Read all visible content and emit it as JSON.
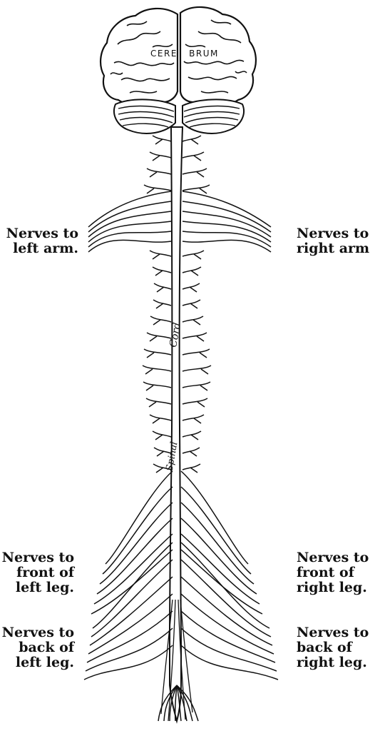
{
  "brain": {
    "label_left": "CERE",
    "label_right": "BRUM"
  },
  "cord": {
    "upper_word": "Cord",
    "lower_word": "Spinal"
  },
  "labels": {
    "left_arm": [
      "Nerves to",
      "left arm."
    ],
    "right_arm": [
      "Nerves to",
      "right arm."
    ],
    "front_left_leg": [
      "Nerves to",
      "front of",
      "left leg."
    ],
    "front_right_leg": [
      "Nerves to",
      "front of",
      "right leg."
    ],
    "back_left_leg": [
      "Nerves to",
      "back of",
      "left leg."
    ],
    "back_right_leg": [
      "Nerves to",
      "back of",
      "right leg."
    ]
  },
  "colors": {
    "ink": "#111111",
    "paper": "#ffffff"
  }
}
